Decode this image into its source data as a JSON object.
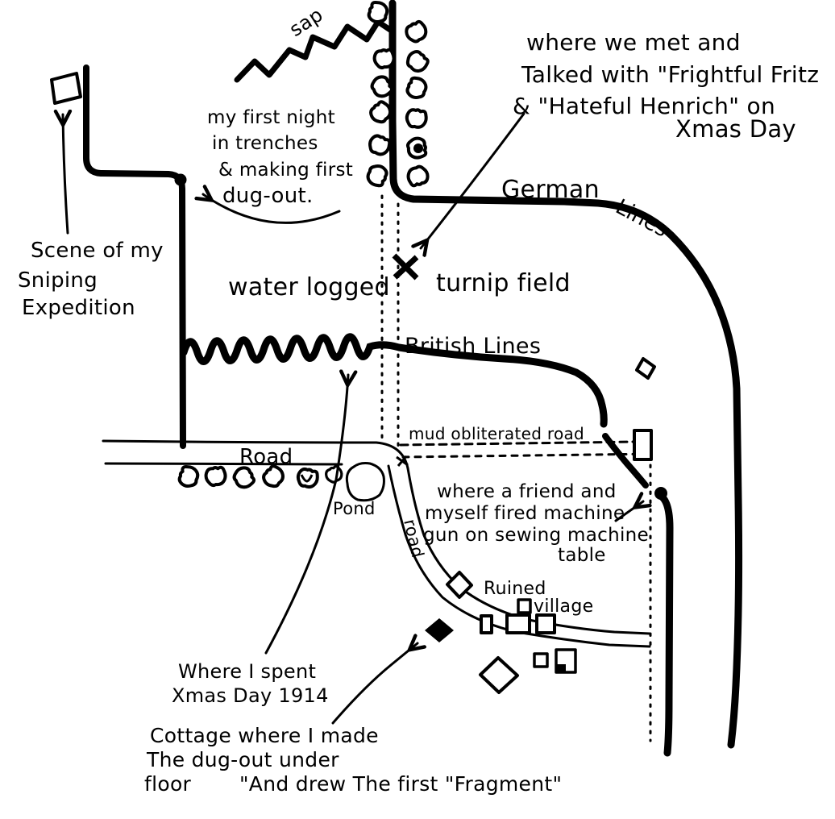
{
  "colors": {
    "ink": "#000000",
    "paper": "#ffffff"
  },
  "labels": {
    "sap": "sap",
    "met_fritz": [
      "where we met and",
      "Talked with \"Frightful Fritz",
      "& \"Hateful Henrich\" on",
      "Xmas Day"
    ],
    "first_night": [
      "my first night",
      "in trenches",
      "& making first",
      "dug-out."
    ],
    "sniping": [
      "Scene of my",
      "Sniping",
      "Expedition"
    ],
    "water_logged": "water logged",
    "turnip_field": "turnip field",
    "german": "German",
    "german_lines": "Lines",
    "british_lines": "British Lines",
    "mud_road": "mud obliterated road",
    "road": "Road",
    "pond": "Pond",
    "road_vertical": "road",
    "machine_gun": [
      "where a friend and",
      "myself fired machine",
      "gun on sewing machine",
      "table"
    ],
    "ruined": "Ruined",
    "village": "village",
    "xmas_spent": [
      "Where I spent",
      "Xmas Day 1914"
    ],
    "cottage": [
      "Cottage where I made",
      "The dug-out under",
      "floor",
      "\"And drew The first \"Fragment\""
    ]
  }
}
